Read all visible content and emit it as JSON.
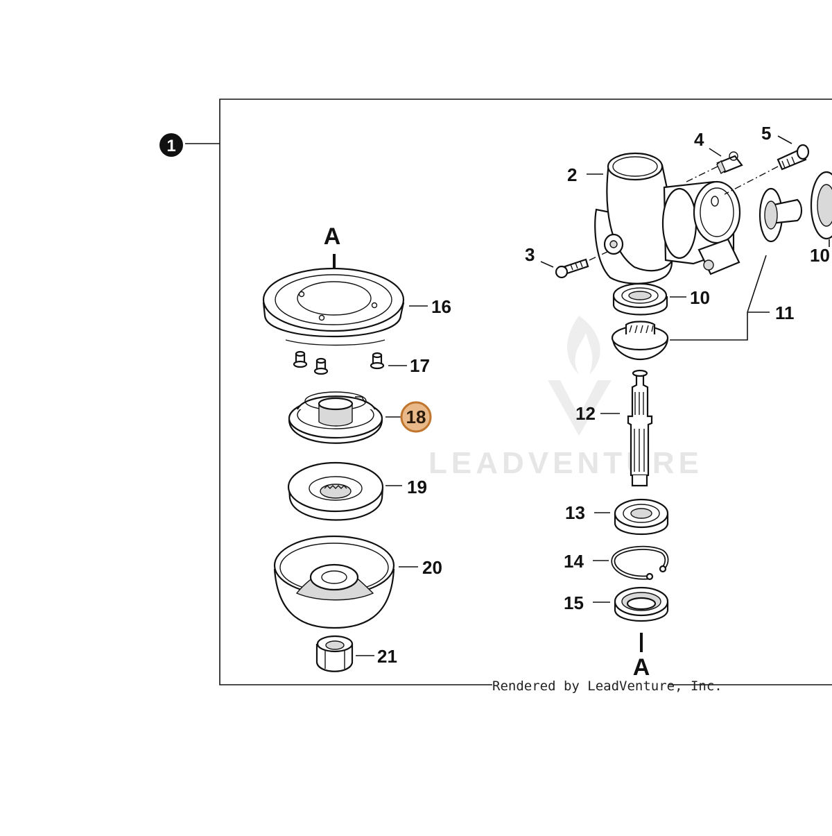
{
  "diagram": {
    "assembly_callout": "1",
    "section_marker_top": "A",
    "section_marker_bottom": "A",
    "highlighted_part": "18",
    "highlight_color": "#e9b98a",
    "highlight_stroke": "#c0762e",
    "labels": {
      "p2": "2",
      "p3": "3",
      "p4": "4",
      "p5": "5",
      "p10a": "10",
      "p10b": "10",
      "p11": "11",
      "p12": "12",
      "p13": "13",
      "p14": "14",
      "p15": "15",
      "p16": "16",
      "p17": "17",
      "p18": "18",
      "p19": "19",
      "p20": "20",
      "p21": "21"
    },
    "watermark": "LEADVENTURE",
    "credit": "Rendered by LeadVenture, Inc."
  }
}
